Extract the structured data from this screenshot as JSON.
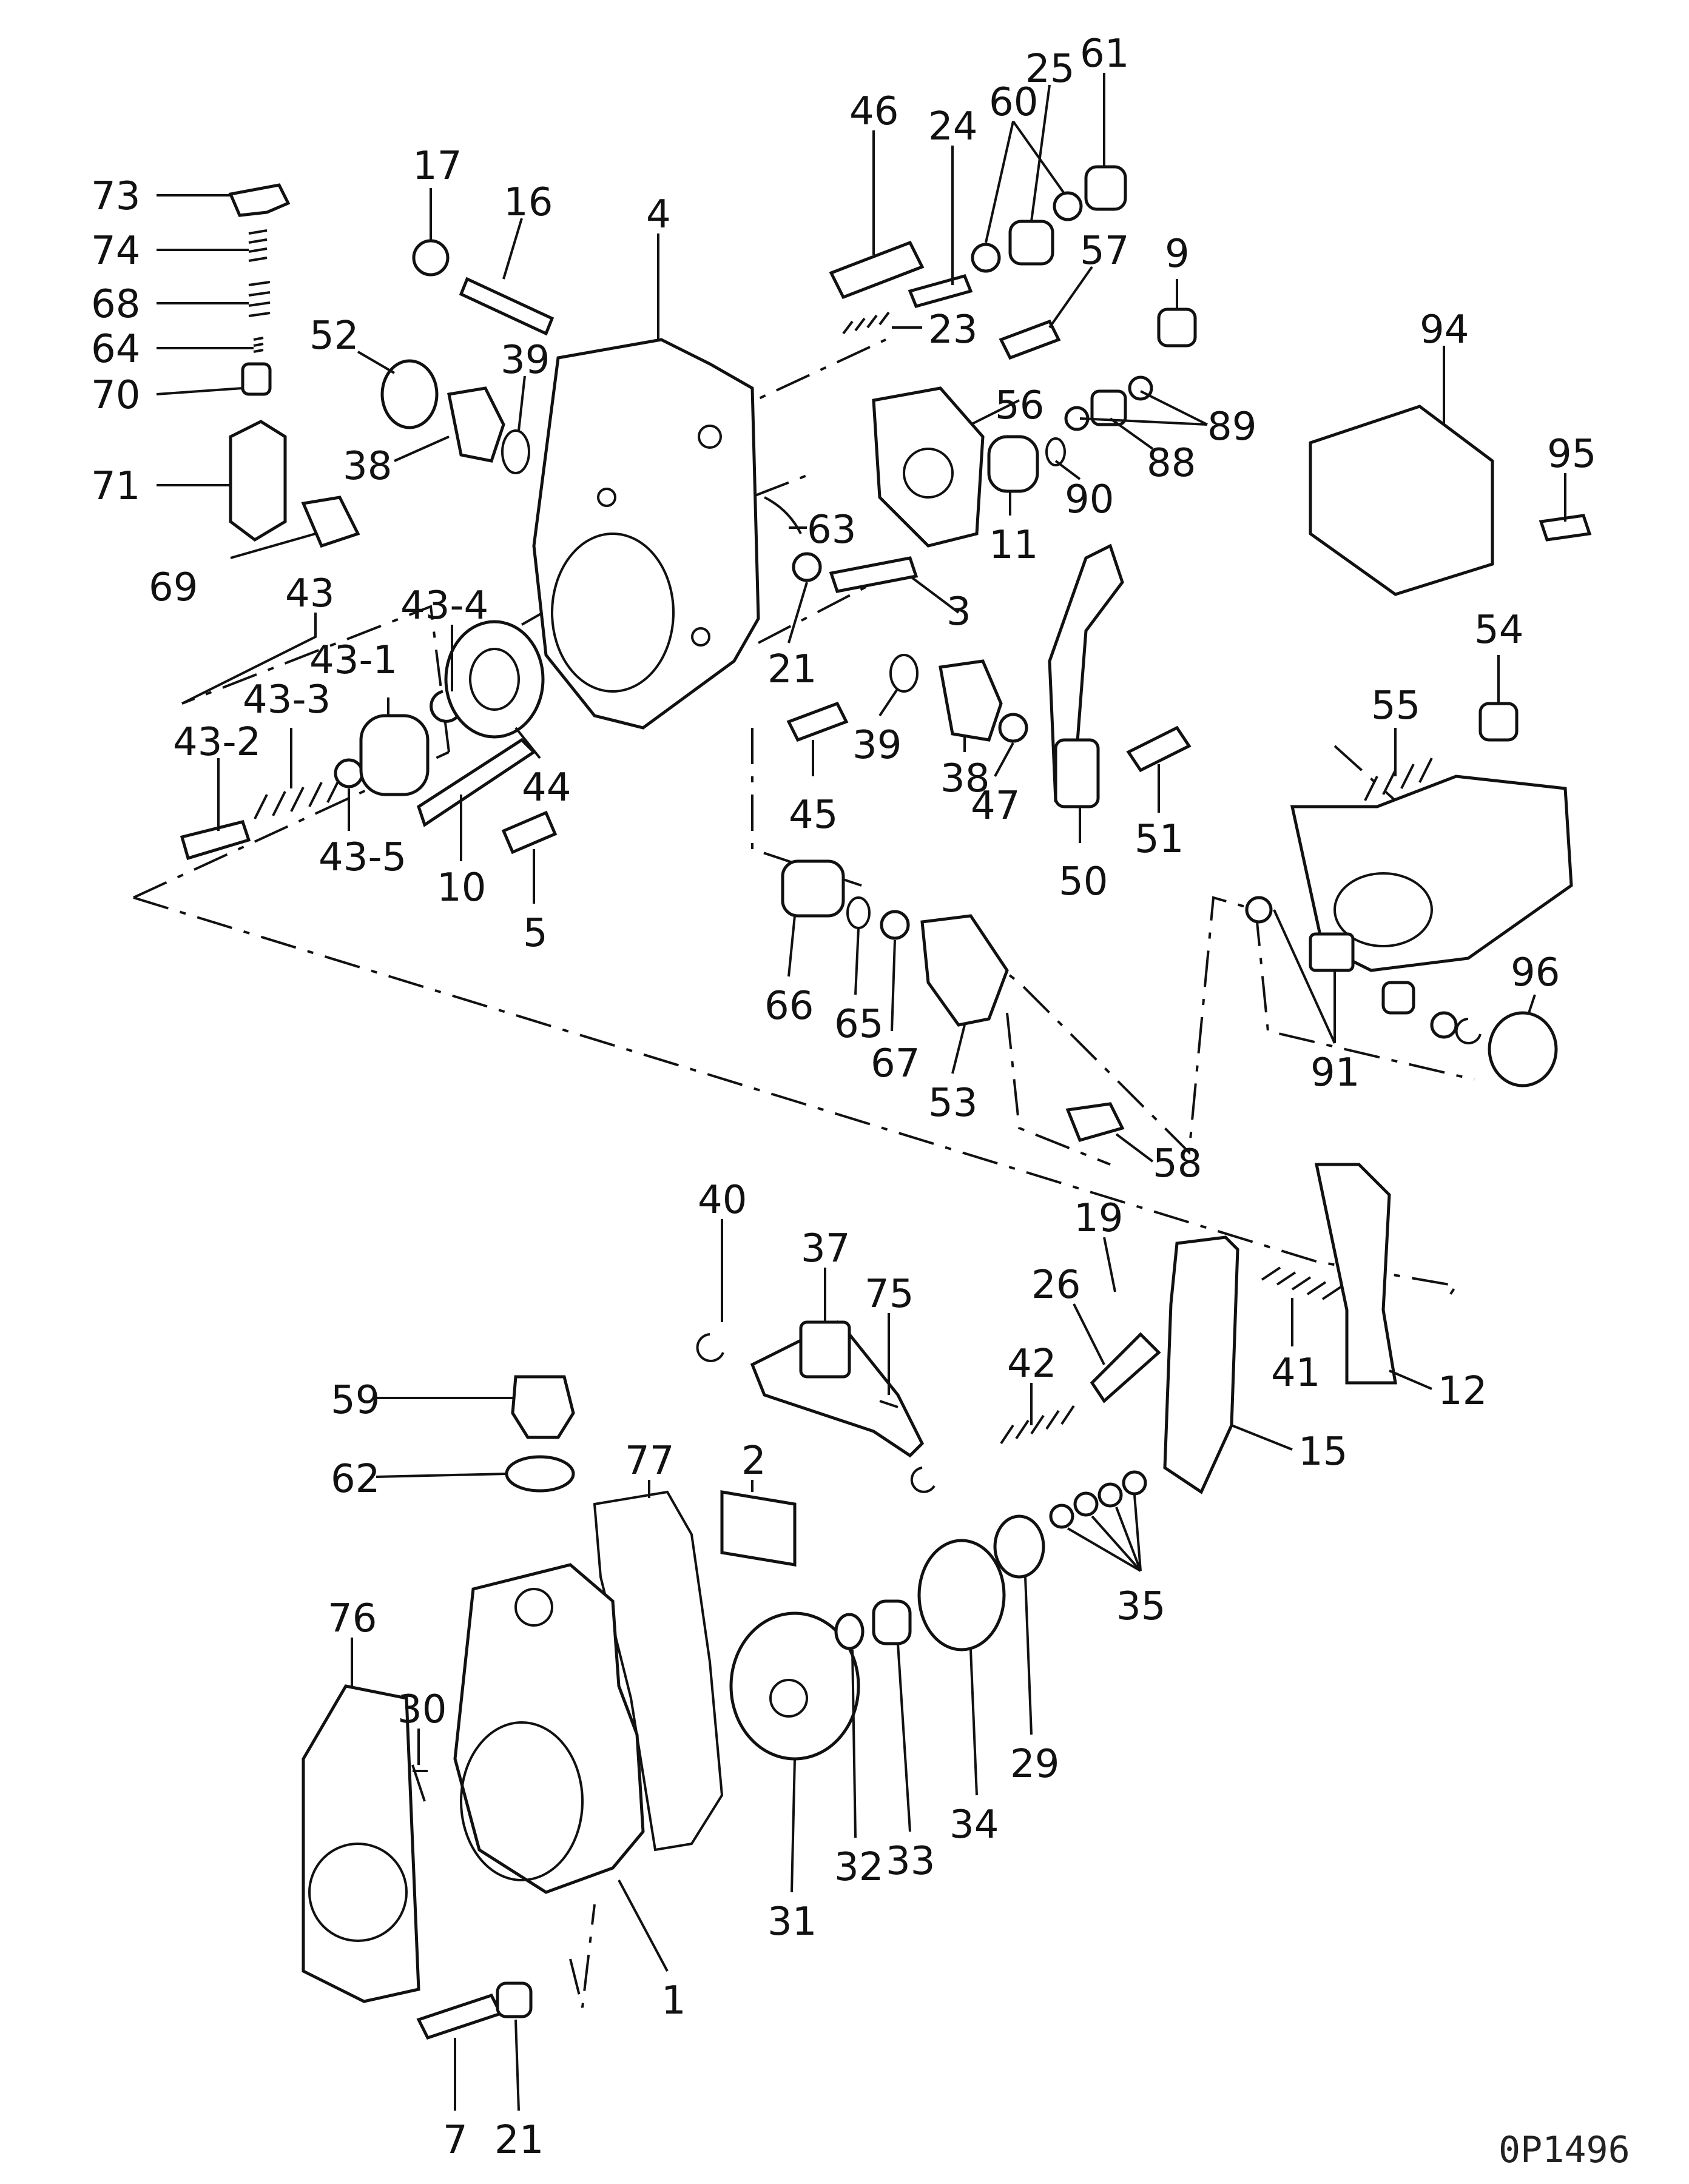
{
  "drawing_code": "0P1496",
  "callouts": [
    {
      "id": "c73",
      "text": "73"
    },
    {
      "id": "c74",
      "text": "74"
    },
    {
      "id": "c68",
      "text": "68"
    },
    {
      "id": "c64",
      "text": "64"
    },
    {
      "id": "c70",
      "text": "70"
    },
    {
      "id": "c71",
      "text": "71"
    },
    {
      "id": "c69",
      "text": "69"
    },
    {
      "id": "c43",
      "text": "43"
    },
    {
      "id": "c43_4",
      "text": "43-4"
    },
    {
      "id": "c43_1",
      "text": "43-1"
    },
    {
      "id": "c43_3",
      "text": "43-3"
    },
    {
      "id": "c43_2",
      "text": "43-2"
    },
    {
      "id": "c43_5",
      "text": "43-5"
    },
    {
      "id": "c10",
      "text": "10"
    },
    {
      "id": "c5",
      "text": "5"
    },
    {
      "id": "c44",
      "text": "44"
    },
    {
      "id": "c17",
      "text": "17"
    },
    {
      "id": "c16",
      "text": "16"
    },
    {
      "id": "c4",
      "text": "4"
    },
    {
      "id": "c52",
      "text": "52"
    },
    {
      "id": "c39a",
      "text": "39"
    },
    {
      "id": "c38a",
      "text": "38"
    },
    {
      "id": "c46",
      "text": "46"
    },
    {
      "id": "c24",
      "text": "24"
    },
    {
      "id": "c60",
      "text": "60"
    },
    {
      "id": "c25",
      "text": "25"
    },
    {
      "id": "c61",
      "text": "61"
    },
    {
      "id": "c23",
      "text": "23"
    },
    {
      "id": "c57",
      "text": "57"
    },
    {
      "id": "c9",
      "text": "9"
    },
    {
      "id": "c56",
      "text": "56"
    },
    {
      "id": "c89",
      "text": "89"
    },
    {
      "id": "c88",
      "text": "88"
    },
    {
      "id": "c90",
      "text": "90"
    },
    {
      "id": "c11",
      "text": "11"
    },
    {
      "id": "c63",
      "text": "63"
    },
    {
      "id": "c3",
      "text": "3"
    },
    {
      "id": "c21a",
      "text": "21"
    },
    {
      "id": "c39b",
      "text": "39"
    },
    {
      "id": "c38b",
      "text": "38"
    },
    {
      "id": "c47",
      "text": "47"
    },
    {
      "id": "c45",
      "text": "45"
    },
    {
      "id": "c50",
      "text": "50"
    },
    {
      "id": "c51",
      "text": "51"
    },
    {
      "id": "c94",
      "text": "94"
    },
    {
      "id": "c95",
      "text": "95"
    },
    {
      "id": "c54",
      "text": "54"
    },
    {
      "id": "c55",
      "text": "55"
    },
    {
      "id": "c66",
      "text": "66"
    },
    {
      "id": "c65",
      "text": "65"
    },
    {
      "id": "c67",
      "text": "67"
    },
    {
      "id": "c53",
      "text": "53"
    },
    {
      "id": "c58",
      "text": "58"
    },
    {
      "id": "c91",
      "text": "91"
    },
    {
      "id": "c96",
      "text": "96"
    },
    {
      "id": "c40",
      "text": "40"
    },
    {
      "id": "c37",
      "text": "37"
    },
    {
      "id": "c75",
      "text": "75"
    },
    {
      "id": "c19",
      "text": "19"
    },
    {
      "id": "c26",
      "text": "26"
    },
    {
      "id": "c42",
      "text": "42"
    },
    {
      "id": "c41",
      "text": "41"
    },
    {
      "id": "c12",
      "text": "12"
    },
    {
      "id": "c15",
      "text": "15"
    },
    {
      "id": "c59",
      "text": "59"
    },
    {
      "id": "c62",
      "text": "62"
    },
    {
      "id": "c77",
      "text": "77"
    },
    {
      "id": "c2",
      "text": "2"
    },
    {
      "id": "c35",
      "text": "35"
    },
    {
      "id": "c76",
      "text": "76"
    },
    {
      "id": "c30",
      "text": "30"
    },
    {
      "id": "c29",
      "text": "29"
    },
    {
      "id": "c34",
      "text": "34"
    },
    {
      "id": "c33",
      "text": "33"
    },
    {
      "id": "c32",
      "text": "32"
    },
    {
      "id": "c31",
      "text": "31"
    },
    {
      "id": "c1",
      "text": "1"
    },
    {
      "id": "c7",
      "text": "7"
    },
    {
      "id": "c21b",
      "text": "21"
    }
  ]
}
